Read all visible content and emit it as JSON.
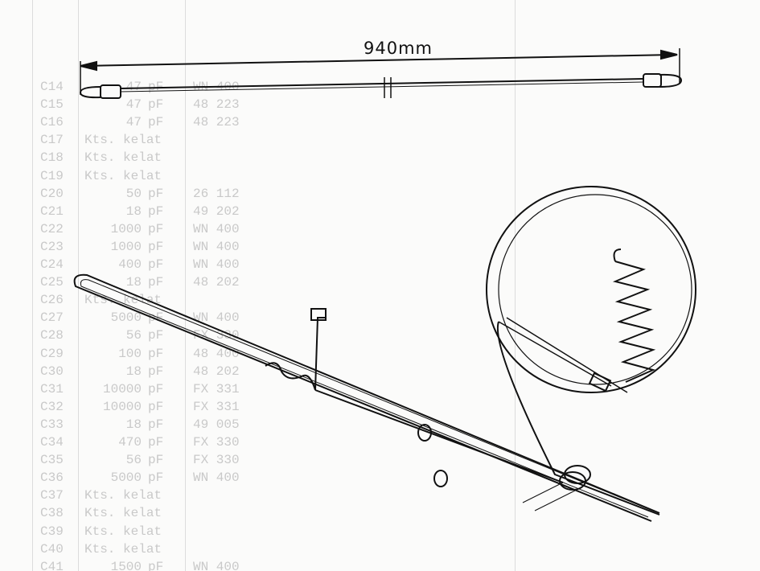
{
  "drawing": {
    "dimension_label": "940mm"
  },
  "parts_list": {
    "rows": [
      {
        "ref": "C14",
        "value": "47",
        "unit": "pF",
        "code": "WN 400"
      },
      {
        "ref": "C15",
        "value": "47",
        "unit": "pF",
        "code": "48 223"
      },
      {
        "ref": "C16",
        "value": "47",
        "unit": "pF",
        "code": "48 223"
      },
      {
        "ref": "C17",
        "value": "Kts. kelat",
        "unit": "",
        "code": ""
      },
      {
        "ref": "C18",
        "value": "Kts. kelat",
        "unit": "",
        "code": ""
      },
      {
        "ref": "C19",
        "value": "Kts. kelat",
        "unit": "",
        "code": ""
      },
      {
        "ref": "C20",
        "value": "50",
        "unit": "pF",
        "code": "26 112"
      },
      {
        "ref": "C21",
        "value": "18",
        "unit": "pF",
        "code": "49 202"
      },
      {
        "ref": "C22",
        "value": "1000",
        "unit": "pF",
        "code": "WN 400"
      },
      {
        "ref": "C23",
        "value": "1000",
        "unit": "pF",
        "code": "WN 400"
      },
      {
        "ref": "C24",
        "value": "400",
        "unit": "pF",
        "code": "WN 400"
      },
      {
        "ref": "C25",
        "value": "18",
        "unit": "pF",
        "code": "48 202"
      },
      {
        "ref": "C26",
        "value": "Kts. kelat",
        "unit": "",
        "code": ""
      },
      {
        "ref": "C27",
        "value": "5000",
        "unit": "pF",
        "code": "WN 400"
      },
      {
        "ref": "C28",
        "value": "56",
        "unit": "pF",
        "code": "FX 330"
      },
      {
        "ref": "C29",
        "value": "100",
        "unit": "pF",
        "code": "48 400"
      },
      {
        "ref": "C30",
        "value": "18",
        "unit": "pF",
        "code": "48 202"
      },
      {
        "ref": "C31",
        "value": "10000",
        "unit": "pF",
        "code": "FX 331"
      },
      {
        "ref": "C32",
        "value": "10000",
        "unit": "pF",
        "code": "FX 331"
      },
      {
        "ref": "C33",
        "value": "18",
        "unit": "pF",
        "code": "49 005"
      },
      {
        "ref": "C34",
        "value": "470",
        "unit": "pF",
        "code": "FX 330"
      },
      {
        "ref": "C35",
        "value": "56",
        "unit": "pF",
        "code": "FX 330"
      },
      {
        "ref": "C36",
        "value": "5000",
        "unit": "pF",
        "code": "WN 400"
      },
      {
        "ref": "C37",
        "value": "Kts. kelat",
        "unit": "",
        "code": ""
      },
      {
        "ref": "C38",
        "value": "Kts. kelat",
        "unit": "",
        "code": ""
      },
      {
        "ref": "C39",
        "value": "Kts. kelat",
        "unit": "",
        "code": ""
      },
      {
        "ref": "C40",
        "value": "Kts. kelat",
        "unit": "",
        "code": ""
      },
      {
        "ref": "C41",
        "value": "1500",
        "unit": "pF",
        "code": "WN 400"
      }
    ]
  }
}
